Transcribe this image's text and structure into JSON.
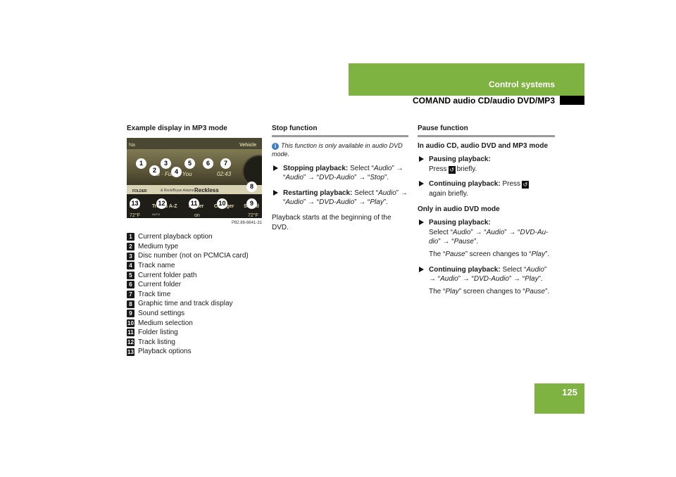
{
  "header": {
    "section": "Control systems",
    "subsection": "COMAND audio CD/audio DVD/MP3",
    "page_number": "125"
  },
  "col1": {
    "heading": "Example display in MP3 mode",
    "image_code": "P82.86-6641-31",
    "screen": {
      "top_left": "Na",
      "top_right": "Vehicle",
      "track": "03 · Fun to You",
      "time": "02:43",
      "folder_label": "FOLDER",
      "artist_path": "& Rock/Bryan Adams",
      "title": "Reckless",
      "menu": [
        "MP3",
        "Tracks A-Z",
        "Folder",
        "Changer",
        "Sound"
      ],
      "temp_left": "72°F",
      "temp_right": "72°F",
      "mid": "on",
      "auto": "AUTO"
    },
    "callouts": [
      "1",
      "2",
      "3",
      "4",
      "5",
      "6",
      "7",
      "8",
      "9",
      "10",
      "11",
      "12",
      "13"
    ],
    "legend": [
      {
        "num": "1",
        "text": "Current playback option"
      },
      {
        "num": "2",
        "text": "Medium type"
      },
      {
        "num": "3",
        "text": "Disc number (not on PCMCIA card)"
      },
      {
        "num": "4",
        "text": "Track name"
      },
      {
        "num": "5",
        "text": "Current folder path"
      },
      {
        "num": "6",
        "text": "Current folder"
      },
      {
        "num": "7",
        "text": "Track time"
      },
      {
        "num": "8",
        "text": "Graphic time and track display"
      },
      {
        "num": "9",
        "text": "Sound settings"
      },
      {
        "num": "10",
        "text": "Medium selection"
      },
      {
        "num": "11",
        "text": "Folder listing"
      },
      {
        "num": "12",
        "text": "Track listing"
      },
      {
        "num": "13",
        "text": "Playback options"
      }
    ]
  },
  "col2": {
    "heading": "Stop function",
    "info": "This function is only available in audio DVD mode.",
    "info_icon": "i",
    "step1_label": "Stopping playback:",
    "step1_a": "Select “",
    "step1_path1": "Audio",
    "step1_path2": "Audio",
    "step1_path3": "DVD-Audio",
    "step1_path4": "Stop",
    "step2_label": "Restarting playback:",
    "step2_a": "Select “",
    "step2_path1": "Audio",
    "step2_path2": "Audio",
    "step2_path3": "DVD-Audio",
    "step2_path4": "Play",
    "result": "Playback starts at the beginning of the DVD."
  },
  "col3": {
    "heading": "Pause function",
    "mode1": "In audio CD, audio DVD and MP3 mode",
    "s1_label": "Pausing playback:",
    "s1_press": "Press",
    "s1_after": "briefly.",
    "s2_label": "Continuing playback:",
    "s2_press": "Press",
    "s2_after": "again briefly.",
    "key_symbol": "↺",
    "mode2": "Only in audio DVD mode",
    "s3_label": "Pausing playback:",
    "s3_select": "Select “",
    "s3_p1": "Audio",
    "s3_p2": "Audio",
    "s3_p3": "DVD-Au-dio",
    "s3_p4": "Pause",
    "s3_note_a": "The “",
    "s3_note_w1": "Pause",
    "s3_note_b": "” screen changes to “",
    "s3_note_w2": "Play",
    "s4_label": "Continuing playback:",
    "s4_select": "Select “",
    "s4_p1": "Audio",
    "s4_p2": "Audio",
    "s4_p3": "DVD-Audio",
    "s4_p4": "Play",
    "s4_note_a": "The “",
    "s4_note_w1": "Play",
    "s4_note_b": "” screen changes to “",
    "s4_note_w2": "Pause"
  }
}
